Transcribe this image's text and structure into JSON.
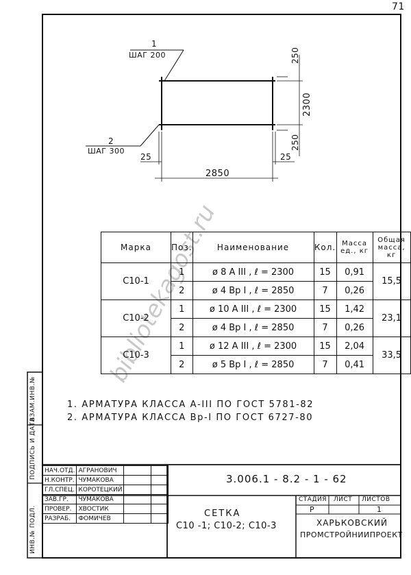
{
  "page_number": "71",
  "drawing": {
    "rebar1": {
      "num": "1",
      "step": "ШАГ 200"
    },
    "rebar2": {
      "num": "2",
      "step": "ШАГ 300"
    },
    "dims": {
      "top": "250",
      "middle": "2300",
      "bottom": "250",
      "left_offset": "25",
      "right_offset": "25",
      "width": "2850"
    }
  },
  "spec_table": {
    "headers": [
      "Марка",
      "Поз.",
      "Наименование",
      "Кол.",
      "Масса ед., кг",
      "Общая масса, кг"
    ],
    "groups": [
      {
        "mark": "С10-1",
        "total": "15,5",
        "rows": [
          {
            "pos": "1",
            "name": "ø 8 A III , ℓ = 2300",
            "qty": "15",
            "mass": "0,91"
          },
          {
            "pos": "2",
            "name": "ø 4 Bp I , ℓ = 2850",
            "qty": "7",
            "mass": "0,26"
          }
        ]
      },
      {
        "mark": "С10-2",
        "total": "23,1",
        "rows": [
          {
            "pos": "1",
            "name": "ø 10 A III , ℓ = 2300",
            "qty": "15",
            "mass": "1,42"
          },
          {
            "pos": "2",
            "name": "ø 4 Bp I , ℓ = 2850",
            "qty": "7",
            "mass": "0,26"
          }
        ]
      },
      {
        "mark": "С10-3",
        "total": "33,5",
        "rows": [
          {
            "pos": "1",
            "name": "ø 12 A III , ℓ = 2300",
            "qty": "15",
            "mass": "2,04"
          },
          {
            "pos": "2",
            "name": "ø 5 Bp I , ℓ = 2850",
            "qty": "7",
            "mass": "0,41"
          }
        ]
      }
    ]
  },
  "notes": [
    "1. АРМАТУРА КЛАССА А-III ПО ГОСТ 5781-82",
    "2. АРМАТУРА КЛАССА Вр-I ПО ГОСТ 6727-80"
  ],
  "watermark": "bibliotekagost.ru",
  "side_labels": [
    "ИНВ.№ ПОДЛ.",
    "ПОДПИСЬ И ДАТА",
    "ВЗАМ.ИНВ.№"
  ],
  "title_block": {
    "staff": [
      {
        "role": "НАЧ.ОТД.",
        "name": "АГРАНОВИЧ"
      },
      {
        "role": "Н.КОНТР.",
        "name": "ЧУМАКОВА"
      },
      {
        "role": "ГЛ.СПЕЦ.",
        "name": "КОРОТЕЦКИЙ"
      },
      {
        "role": "ЗАВ.ГР.",
        "name": "ЧУМАКОВА"
      },
      {
        "role": "ПРОВЕР.",
        "name": "ХВОСТИК"
      },
      {
        "role": "РАЗРАБ.",
        "name": "ФОМИЧЕВ"
      }
    ],
    "doc_code": "3.006.1 - 8.2 - 1 - 62",
    "title_line1": "СЕТКА",
    "title_line2": "С10 -1; С10-2; С10-3",
    "stage_label": "СТАДИЯ",
    "sheet_label": "ЛИСТ",
    "sheets_label": "ЛИСТОВ",
    "stage": "Р",
    "sheet": "",
    "sheets": "1",
    "org_line1": "ХАРЬКОВСКИЙ",
    "org_line2": "ПРОМСТРОЙНИИПРОЕКТ"
  }
}
